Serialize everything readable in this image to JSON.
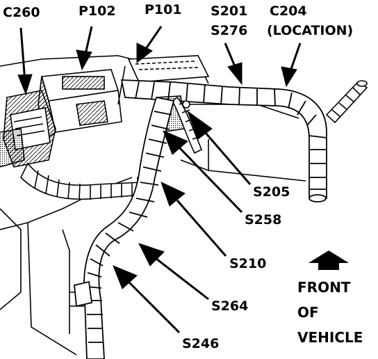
{
  "labels": {
    "c260": "C260",
    "p102": "P102",
    "p101": "P101",
    "s201": "S201",
    "s276": "S276",
    "c204": "C204",
    "c204_note": "(LOCATION)",
    "s205": "S205",
    "s258": "S258",
    "s210": "S210",
    "s264": "S264",
    "s246": "S246"
  },
  "front_marker": {
    "line1": "FRONT",
    "line2": "OF",
    "line3": "VEHICLE",
    "icon": "up-arrow-icon"
  },
  "colors": {
    "ink": "#000000",
    "paper": "#ffffff"
  }
}
